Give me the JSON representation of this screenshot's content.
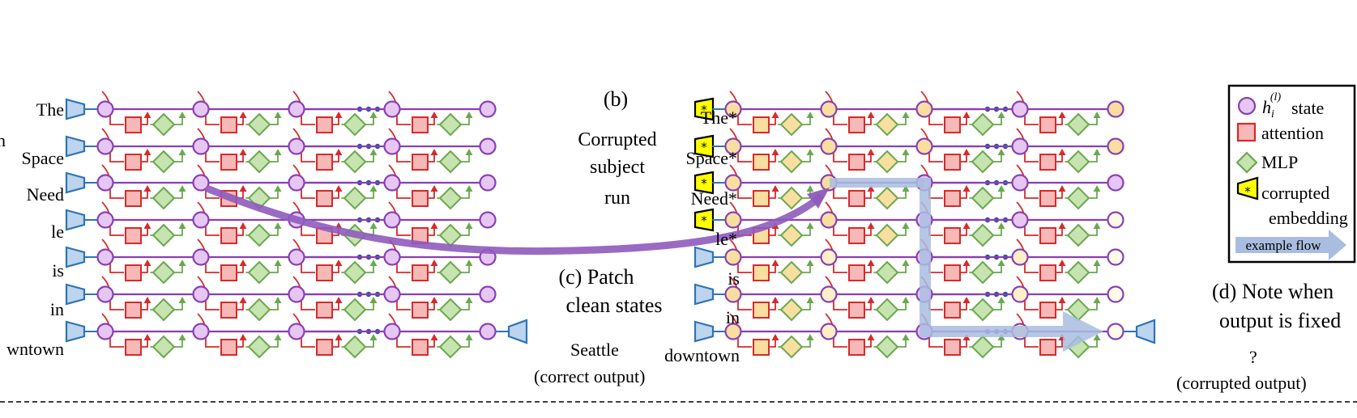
{
  "left_panel": {
    "tokens": [
      "The",
      "Space",
      "Need",
      "le",
      "is",
      "in",
      "wntown"
    ],
    "clipped_side_label": "n",
    "output_token": "Seattle",
    "output_note": "(correct output)"
  },
  "middle_text": {
    "panel_label": "(b)",
    "caption_lines": [
      "Corrupted",
      "subject",
      "run"
    ],
    "patch_lines": [
      "(c) Patch",
      "clean states"
    ]
  },
  "right_panel": {
    "tokens": [
      "The*",
      "Space*",
      "Need*",
      "le*",
      "is",
      "in",
      "downtown"
    ],
    "output_token": "?",
    "output_note": "(corrupted output)",
    "note_lines": [
      "(d) Note when",
      "output is fixed"
    ]
  },
  "legend": {
    "state_label": "state",
    "attention_label": "attention",
    "mlp_label": "MLP",
    "corrupted_lines": [
      "corrupted",
      "embedding"
    ],
    "flow_label": "example flow"
  },
  "colors": {
    "state_clean_fill": "#e6c6f2",
    "state_corrupt_fill": "#f8dfa0",
    "state_outline": "#8a3fb3",
    "attention_stroke": "#d72a2a",
    "attention_fill": "#f7b8b8",
    "mlp_stroke": "#6aa84f",
    "mlp_fill": "#c6e3b0",
    "embed_stroke": "#2e74b5",
    "embed_fill": "#bcd4ee",
    "corrupt_embed_fill": "#ffff00",
    "patch_arrow": "#8e5bbd",
    "flow_arrow": "#a9bde0"
  }
}
